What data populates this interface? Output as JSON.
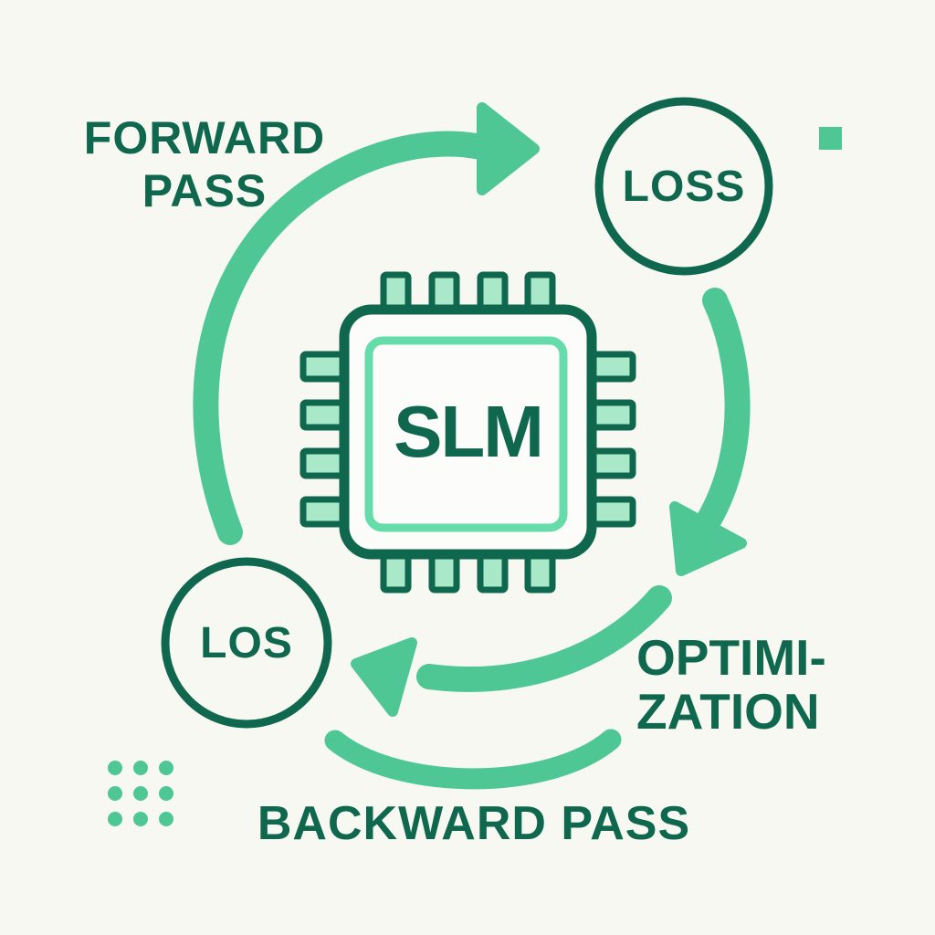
{
  "colors": {
    "background": "#f7f8f2",
    "dark_green": "#0f684e",
    "accent_green": "#4fc795",
    "light_mint": "#a9e8c8",
    "core_outline": "#67dcab",
    "chip_fill": "#fcfdfa"
  },
  "diagram": {
    "type": "cycle",
    "chip": {
      "label": "SLM"
    },
    "steps": {
      "forward_pass": {
        "line1": "FORWARD",
        "line2": "PASS"
      },
      "loss_top": {
        "label": "LOSS"
      },
      "optimization": {
        "line1": "OPTIMI-",
        "line2": "ZATION"
      },
      "loss_bottom": {
        "label": "LOS"
      },
      "backward_pass": {
        "label": "BACKWARD PASS"
      }
    },
    "decorations": [
      "accent-square",
      "dot-grid-3x3"
    ]
  }
}
